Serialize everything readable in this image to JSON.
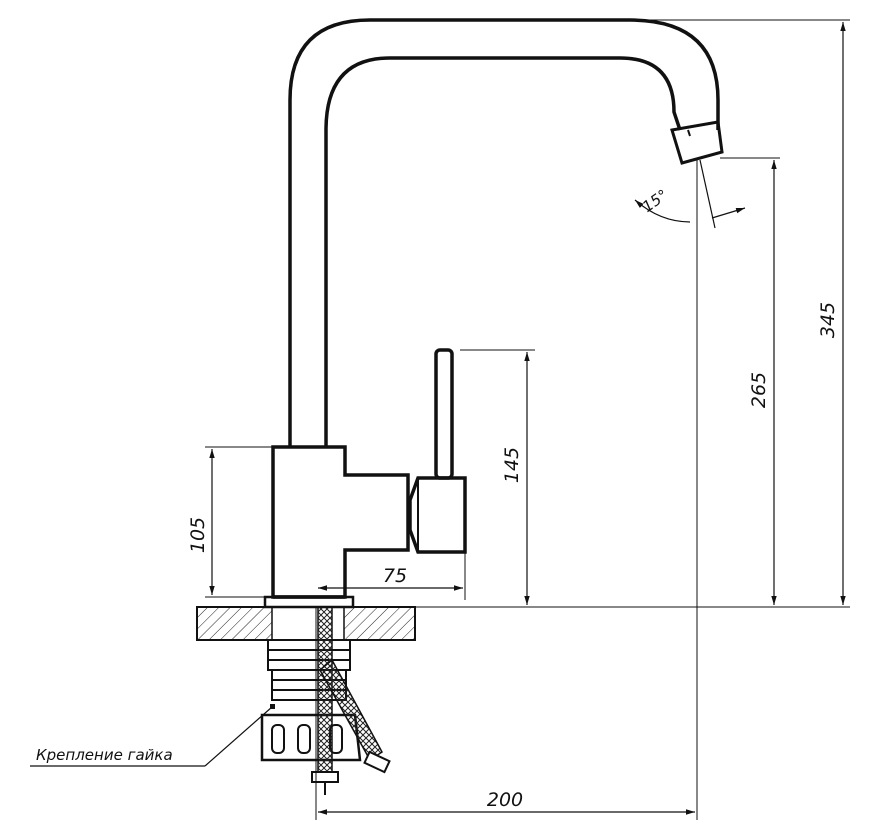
{
  "drawing": {
    "dimensions": {
      "height_total": "345",
      "height_spout": "265",
      "height_lever": "145",
      "height_body": "105",
      "lever_offset": "75",
      "reach": "200",
      "angle": "15°"
    },
    "callout": "Крепление гайка"
  }
}
